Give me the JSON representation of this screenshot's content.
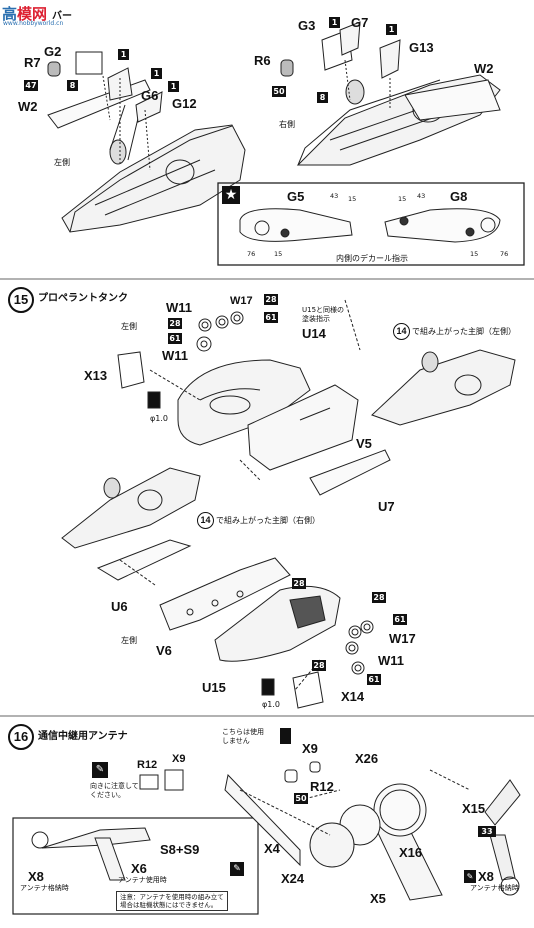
{
  "watermark": {
    "brand_cn": "高",
    "brand_mark": "模网",
    "url": "www.hobbyworld.cn"
  },
  "header_partial": "バー",
  "step_top": {
    "left_side_label": "左側",
    "right_side_label": "右側",
    "left_parts": {
      "g2": "G2",
      "r7": "R7",
      "w2": "W2",
      "g6": "G6",
      "g12": "G12",
      "n47": "47",
      "n8": "8",
      "n1": "1"
    },
    "right_parts": {
      "g3": "G3",
      "g7": "G7",
      "g13": "G13",
      "r6": "R6",
      "w2": "W2",
      "n50": "50",
      "n8": "8",
      "n1": "1"
    },
    "decal_box": {
      "g5": "G5",
      "g8": "G8",
      "n15": "15",
      "n43": "43",
      "n76": "76",
      "caption": "内側のデカール指示"
    }
  },
  "step15": {
    "number": "15",
    "title": "プロペラントタンク",
    "left_label": "左側",
    "left_label_2": "左側",
    "parts": {
      "w11": "W11",
      "w17": "W17",
      "x13": "X13",
      "u14": "U14",
      "v5": "V5",
      "u7": "U7",
      "u6": "U6",
      "v6": "V6",
      "u15": "U15",
      "x14": "X14",
      "n28": "28",
      "n61": "61"
    },
    "note_u15": "U15と同様の\n塗装指示",
    "drill": "φ1.0",
    "ref_left": {
      "step": "14",
      "text": "で組み上がった主脚（左側）"
    },
    "ref_right": {
      "step": "14",
      "text": "で組み上がった主脚（右側）"
    }
  },
  "step16": {
    "number": "16",
    "title": "通信中継用アンテナ",
    "parts": {
      "r12": "R12",
      "x9": "X9",
      "x26": "X26",
      "x15": "X15",
      "x4": "X4",
      "x16": "X16",
      "x24": "X24",
      "x5": "X5",
      "x8": "X8",
      "x6": "X6",
      "s8s9": "S8+S9",
      "n50": "50",
      "n33": "33"
    },
    "not_used": "こちらは使用\nしません",
    "orient_note": "向きに注意して\nください。",
    "stowed": "アンテナ格納時",
    "in_use": "アンテナ使用時",
    "caution": "注意：アンテナを使用時の組み立て\n場合は駐機状態にはできません。"
  }
}
